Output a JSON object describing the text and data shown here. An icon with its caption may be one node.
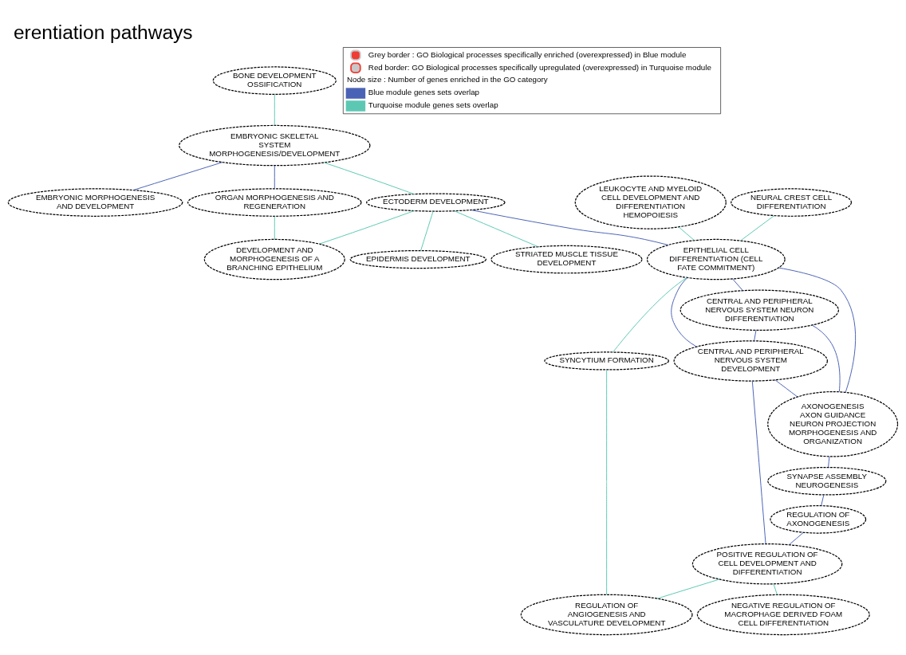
{
  "diagram": {
    "title": "erentiation pathways",
    "nodes": [
      {
        "text": [
          "BONE DEVELOPMENT",
          "OSSIFICATION"
        ]
      },
      {
        "text": [
          "EMBRYONIC MORPHOGENESIS AND DEVELOPMENT"
        ]
      },
      {
        "text": [
          "EMBRYONIC SKELETAL SYSTEM MORPHOGENESIS/DEVELOPMENT"
        ]
      },
      {
        "text": [
          "EPIDERMIS DEVELOPMENT"
        ]
      },
      {
        "text": [
          "STRIATED MUSCLE TISSUE DEVELOPMENT"
        ]
      },
      {
        "text": [
          "ORGAN MORPHOGENESIS AND REGENERATION"
        ]
      },
      {
        "text": [
          "LEUKOCYTE AND MYELOID CELL DEVELOPMENT AND DIFFERENTIATION",
          "HEMOPOIESIS"
        ]
      },
      {
        "text": [
          "ECTODERM DEVELOPMENT"
        ]
      },
      {
        "text": [
          "DEVELOPMENT AND MORPHOGENESIS OF A BRANCHING EPITHELIUM"
        ]
      },
      {
        "text": [
          "NEURAL CREST CELL DIFFERENTIATION"
        ]
      },
      {
        "text": [
          "EPITHELIAL CELL DIFFERENTIATION (CELL FATE COMMITMENT)"
        ]
      },
      {
        "text": [
          "SYNCYTIUM FORMATION"
        ]
      },
      {
        "text": [
          "REGULATION OF ANGIOGENESIS AND VASCULATURE DEVELOPMENT"
        ]
      },
      {
        "text": [
          "CENTRAL AND PERIPHERAL NERVOUS SYSTEM NEURON DIFFERENTIATION"
        ]
      },
      {
        "text": [
          "CENTRAL AND PERIPHERAL NERVOUS SYSTEM DEVELOPMENT"
        ]
      },
      {
        "text": [
          "AXONOGENESIS",
          "AXON GUIDANCE",
          "NEURON PROJECTION MORPHOGENESIS AND ORGANIZATION"
        ]
      },
      {
        "text": [
          "NEGATIVE REGULATION OF MACROPHAGE DERIVED FOAM CELL DIFFERENTIATION"
        ]
      },
      {
        "text": [
          "SYNAPSE ASSEMBLY",
          "NEUROGENESIS"
        ]
      },
      {
        "text": [
          "REGULATION OF AXONOGENESIS"
        ]
      },
      {
        "text": [
          "POSITIVE REGULATION OF CELL DEVELOPMENT AND DIFFERENTIATION"
        ]
      }
    ],
    "edges": [
      {
        "from": 0,
        "to": 2,
        "arrow": "none",
        "color": "#5cc8b4"
      },
      {
        "from": 2,
        "to": 1,
        "arrow": "none"
      },
      {
        "from": 2,
        "to": 5,
        "arrow": "none"
      },
      {
        "from": 2,
        "to": 7,
        "arrow": "none",
        "color": "#5cc8b4"
      },
      {
        "from": 5,
        "to": 8,
        "arrow": "none",
        "color": "#5cc8b4"
      },
      {
        "from": 7,
        "to": 3,
        "arrow": "none",
        "color": "#5cc8b4"
      },
      {
        "from": 7,
        "to": 4,
        "arrow": "none",
        "color": "#5cc8b4"
      },
      {
        "from": 7,
        "to": 8,
        "arrow": "none",
        "color": "#5cc8b4"
      },
      {
        "from": 7,
        "to": 10,
        "arrow": "none"
      },
      {
        "from": 6,
        "to": 10,
        "arrow": "none",
        "color": "#5cc8b4"
      },
      {
        "from": 9,
        "to": 10,
        "arrow": "none",
        "color": "#5cc8b4"
      },
      {
        "from": 10,
        "to": 11,
        "arrow": "none",
        "color": "#5cc8b4"
      },
      {
        "from": 11,
        "to": 12,
        "arrow": "none",
        "color": "#5cc8b4"
      },
      {
        "from": 10,
        "to": 13,
        "arrow": "none"
      },
      {
        "from": 10,
        "to": 14,
        "arrow": "none"
      },
      {
        "from": 10,
        "to": 15,
        "arrow": "none"
      },
      {
        "from": 13,
        "to": 14,
        "arrow": "none"
      },
      {
        "from": 13,
        "to": 15,
        "arrow": "none"
      },
      {
        "from": 14,
        "to": 15,
        "arrow": "none"
      },
      {
        "from": 15,
        "to": 17,
        "arrow": "none"
      },
      {
        "from": 17,
        "to": 18,
        "arrow": "none"
      },
      {
        "from": 18,
        "to": 19,
        "arrow": "none"
      },
      {
        "from": 14,
        "to": 19,
        "arrow": "none"
      },
      {
        "from": 19,
        "to": 12,
        "arrow": "none",
        "color": "#5cc8b4"
      },
      {
        "from": 19,
        "to": 16,
        "arrow": "none",
        "color": "#5cc8b4"
      }
    ],
    "labels": [
      "Node size : Number of genes enriched in the GO category"
    ],
    "legend": [
      {
        "text": "Grey border : GO Biological processes specifically enriched (overexpressed) in Blue module"
      },
      {
        "text": "Red border: GO Biological processes specifically upregulated (overexpressed) in Turquoise module"
      },
      {
        "text": "Blue module genes sets overlap",
        "color": "#4a62b5"
      },
      {
        "text": "Turquoise module genes sets overlap",
        "color": "#5cc8b4"
      }
    ]
  }
}
